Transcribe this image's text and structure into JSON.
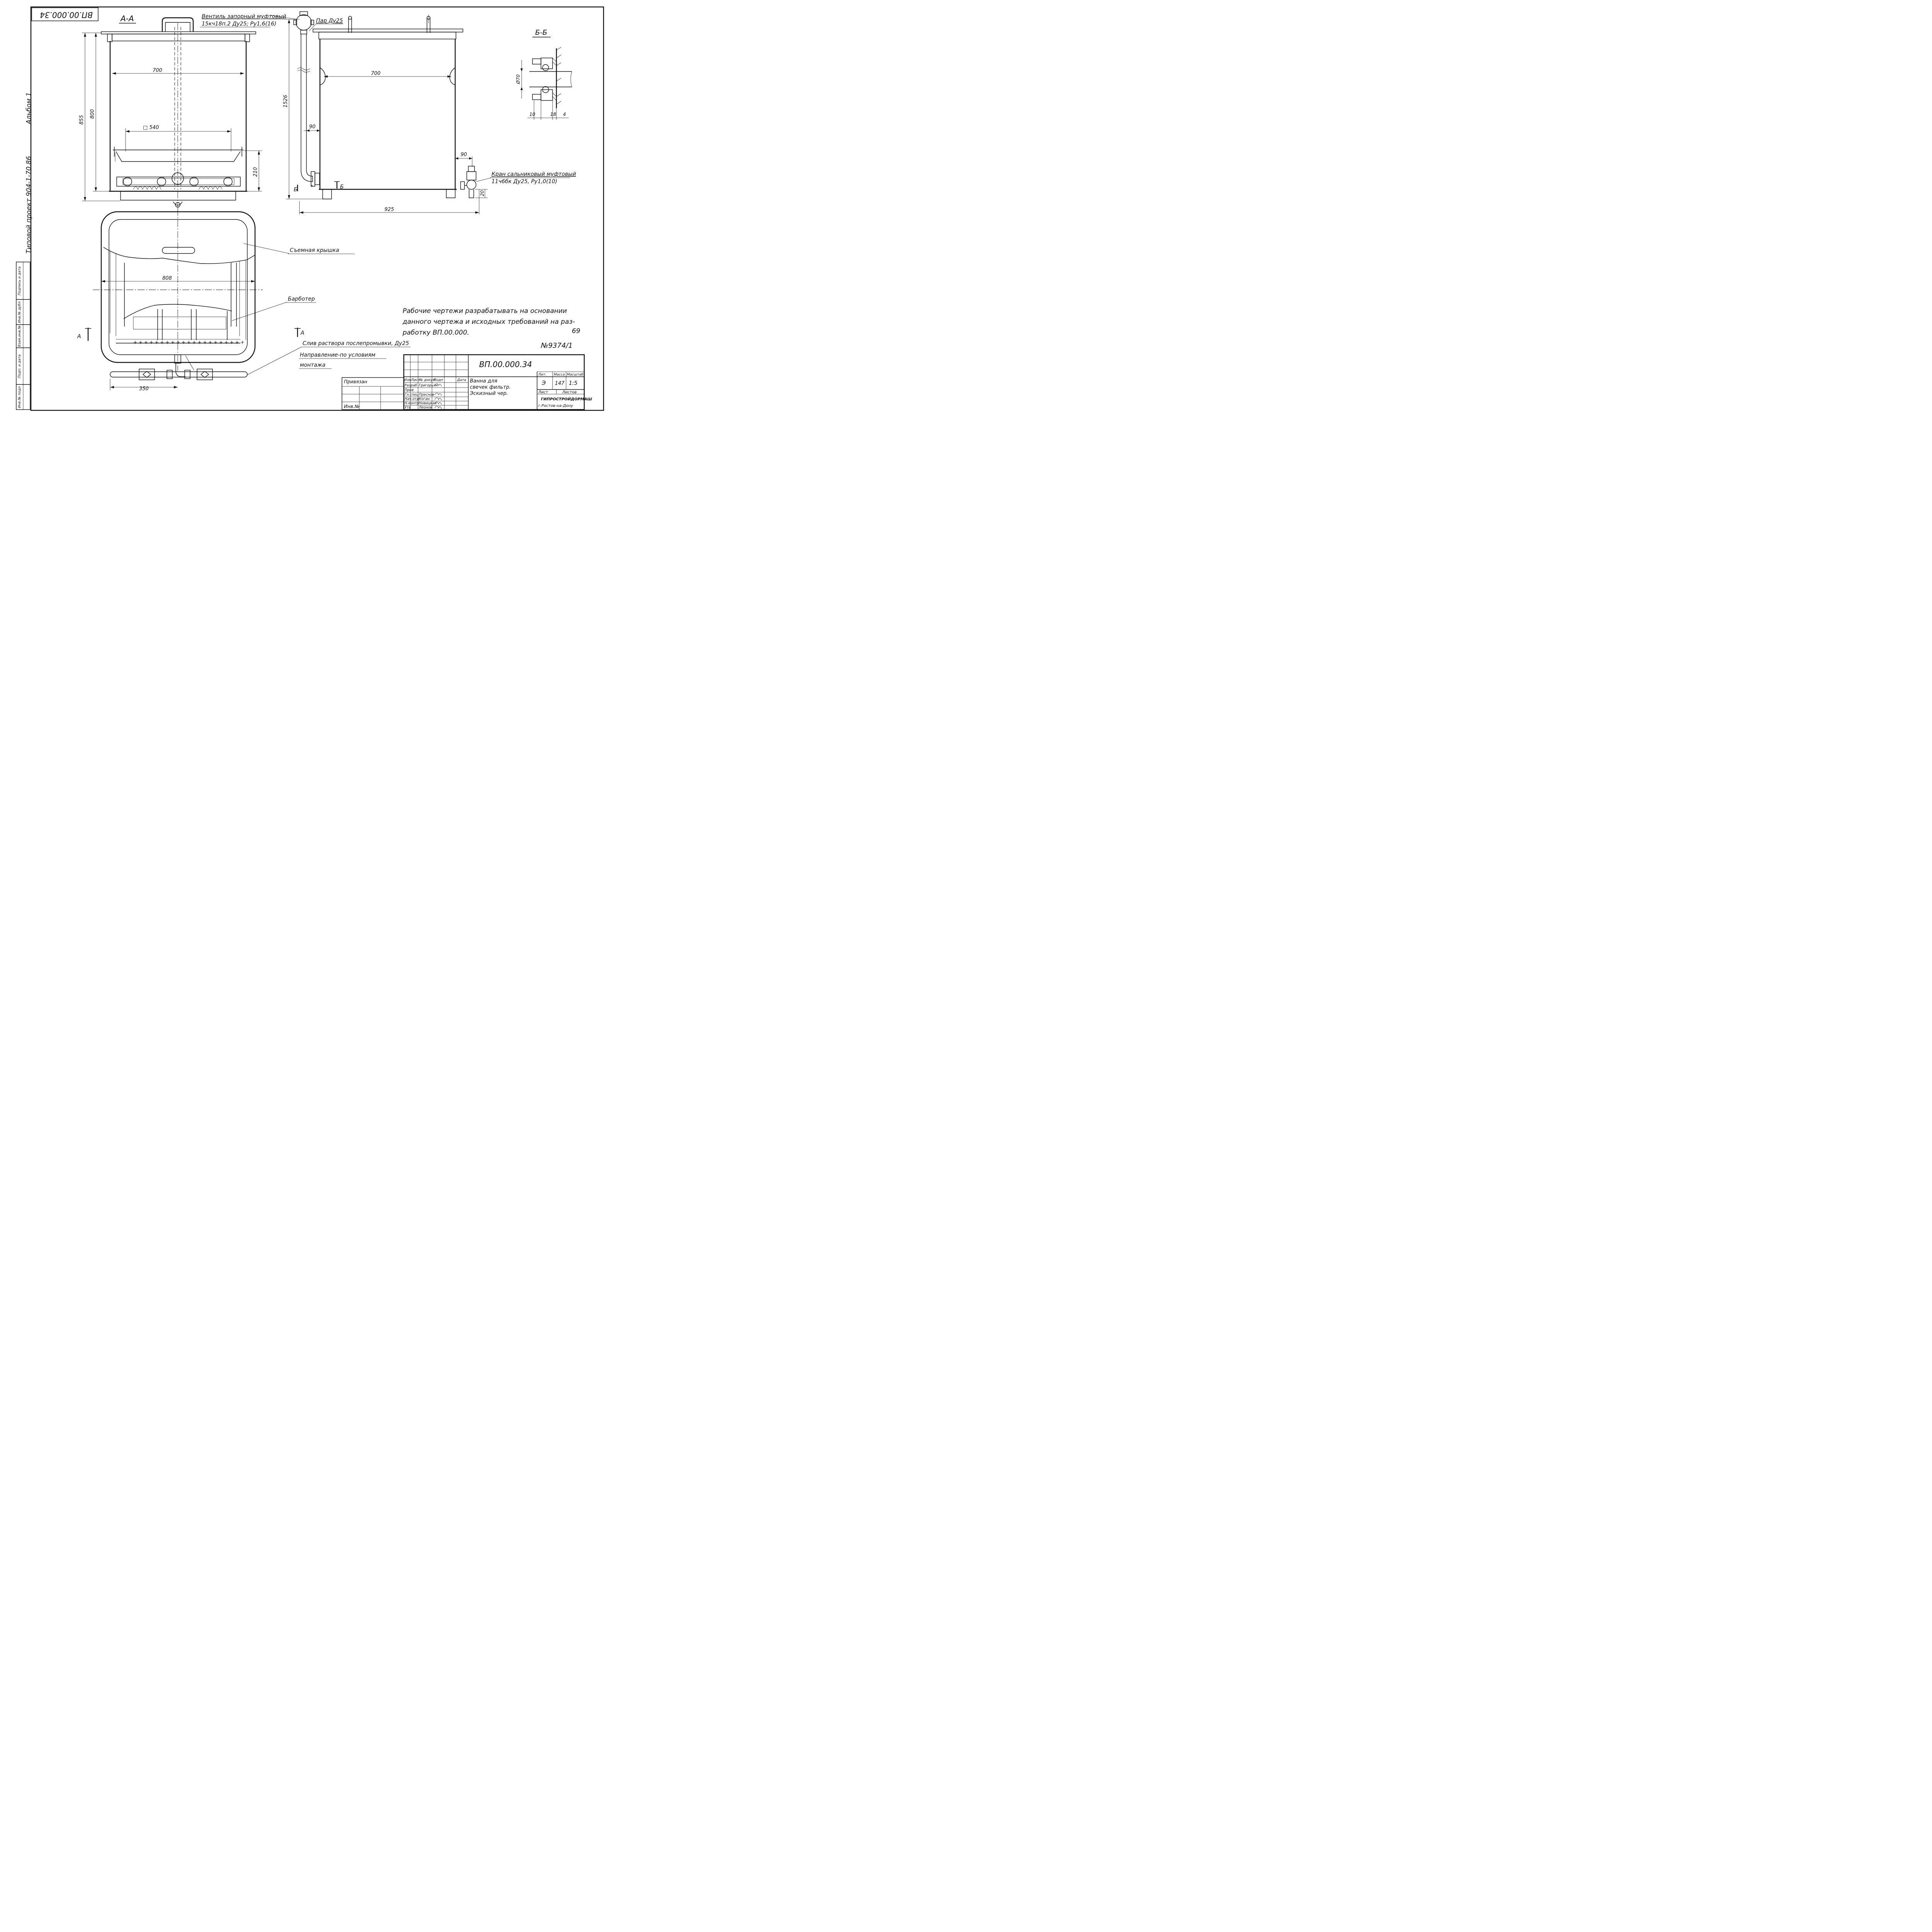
{
  "stamp_top": "ВП.00.000.34",
  "album": "Альбом 1",
  "project": "Типовой проект 904-1-70.86",
  "left_strip": [
    "Инв.№ подл",
    "Подп. и дата",
    "Взам.инв.№",
    "Инв.№ дубл",
    "Подпись и дата"
  ],
  "section_aa": "А-А",
  "section_bb": "Б-Б",
  "notes": {
    "valve": [
      "Вентиль запорный муфтовый",
      "15кч18п.2  Ду25; Ру1,6(16)"
    ],
    "steam": "Пар Ду25",
    "tap": [
      "Кран сальниковый муфтовый",
      "11ч6бк  Ду25, Ру1,0(10)"
    ],
    "lid": "Съемная крышка",
    "sparger": "Барботер",
    "drain": [
      "Слив раствора послепромывки, Ду25",
      "Направление-по условиям",
      "монтажа"
    ],
    "main": [
      "Рабочие чертежи разрабатывать на основании",
      "данного чертежа и исходных требований на раз-",
      "работку ВП.00.000."
    ],
    "page_no": "69",
    "reg_no": "№9374/1"
  },
  "dims": {
    "a700": "700",
    "a540": "□ 540",
    "a855": "855",
    "a800": "800",
    "a210": "210",
    "s1526": "1526",
    "s90a": "90",
    "s700": "700",
    "s90b": "90",
    "s925": "925",
    "s20": "20",
    "b70": "Ø70",
    "b10": "10",
    "b18": "18",
    "b4": "4",
    "p808": "808",
    "p350": "350"
  },
  "cut_marks": {
    "a_left": "А",
    "a_right": "А",
    "b_left": "Б",
    "b_right": "Б",
    "star": "*"
  },
  "title_block": {
    "doc_code": "ВП.00.000.34",
    "privyazan": "Привязан",
    "inv_no": "Инв.№",
    "col_heads": [
      "Изм",
      "Лист",
      "№ докум",
      "Подп",
      "Дата"
    ],
    "roles": [
      "Разраб",
      "Пров",
      "Гл.спец",
      "Нач.отд",
      "Н.контр",
      "Утв"
    ],
    "names": [
      "Григорьян",
      "",
      "Преснов",
      "Коган",
      "Новицкая",
      "Леонов"
    ],
    "title": [
      "Ванна для",
      "свечек фильтр.",
      "Эскизный  чер."
    ],
    "lit_head": "Лит.",
    "mass_head": "Масса",
    "scale_head": "Масштаб",
    "lit": "Э",
    "mass": "147",
    "scale": "1:5",
    "sheet_head": "Лист",
    "sheets_head": "Листов",
    "org": [
      "ГИПРОСТРОЙДОРМАШ",
      "г.Ростов-на-Дону"
    ]
  }
}
